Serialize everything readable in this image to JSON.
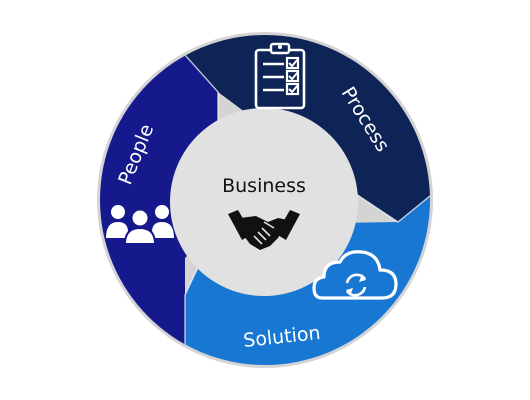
{
  "diagram": {
    "center": {
      "label": "Business",
      "icon": "handshake-icon"
    },
    "segments": [
      {
        "id": "process",
        "label": "Process",
        "icon": "checklist-clipboard-icon",
        "color": "#0E2356"
      },
      {
        "id": "solution",
        "label": "Solution",
        "icon": "cloud-sync-icon",
        "color": "#1877D2"
      },
      {
        "id": "people",
        "label": "People",
        "icon": "people-group-icon",
        "color": "#15198C"
      }
    ],
    "center_fill": "#E1E1E1",
    "ring_border": "#D4D4D4"
  }
}
